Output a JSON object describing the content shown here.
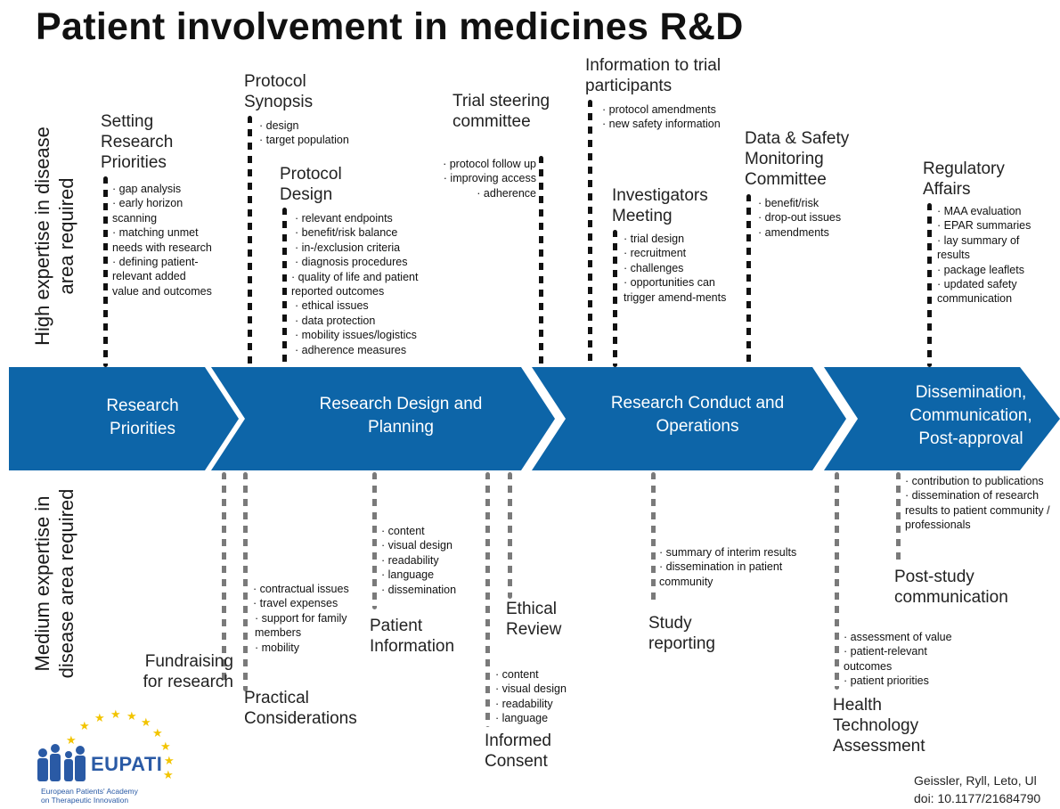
{
  "title": "Patient involvement in medicines R&D",
  "side_labels": {
    "high": "High expertise in disease area required",
    "medium": "Medium expertise in disease area required"
  },
  "stages": [
    "Research Priorities",
    "Research Design and Planning",
    "Research Conduct and Operations",
    "Dissemination, Communication, Post-approval"
  ],
  "top": {
    "setting": {
      "title": "Setting Research Priorities",
      "items": [
        "gap analysis",
        "early horizon scanning",
        "matching unmet needs with research",
        "defining patient-relevant added value and outcomes"
      ]
    },
    "synopsis": {
      "title": "Protocol Synopsis",
      "items": [
        "design",
        "target population"
      ]
    },
    "design": {
      "title": "Protocol Design",
      "items": [
        "relevant endpoints",
        "benefit/risk balance",
        "in-/exclusion criteria",
        "diagnosis procedures",
        "quality of life and patient reported outcomes",
        "ethical issues",
        "data protection",
        "mobility issues/logistics",
        "adherence measures"
      ]
    },
    "steering": {
      "title": "Trial steering committee",
      "items": [
        "protocol follow up",
        "improving access",
        "adherence"
      ]
    },
    "info": {
      "title": "Information to trial participants",
      "items": [
        "protocol amendments",
        "new safety information"
      ]
    },
    "investigators": {
      "title": "Investigators Meeting",
      "items": [
        "trial design",
        "recruitment",
        "challenges",
        "opportunities can trigger amend-ments"
      ]
    },
    "dsmc": {
      "title": "Data & Safety Monitoring Committee",
      "items": [
        "benefit/risk",
        "drop-out issues",
        "amendments"
      ]
    },
    "regulatory": {
      "title": "Regulatory Affairs",
      "items": [
        "MAA evaluation",
        "EPAR summaries",
        "lay summary of results",
        "package leaflets",
        "updated safety communication"
      ]
    }
  },
  "bottom": {
    "fundraising": {
      "title": "Fundraising for research",
      "items": []
    },
    "practical": {
      "title": "Practical Considerations",
      "items": [
        "contractual issues",
        "travel expenses",
        "support for family members",
        "mobility"
      ]
    },
    "patientinfo": {
      "title": "Patient Information",
      "items": [
        "content",
        "visual design",
        "readability",
        "language",
        "dissemination"
      ]
    },
    "ethical": {
      "title": "Ethical Review",
      "items": []
    },
    "consent": {
      "title": "Informed Consent",
      "items": [
        "content",
        "visual design",
        "readability",
        "language"
      ]
    },
    "study": {
      "title": "Study reporting",
      "items": [
        "summary of interim results",
        "dissemination in patient community"
      ]
    },
    "poststudy": {
      "title": "Post-study communication",
      "items": [
        "contribution to publications",
        "dissemination of research results to patient community / professionals"
      ]
    },
    "hta": {
      "title": "Health Technology Assessment",
      "items": [
        "assessment of value",
        "patient-relevant outcomes",
        "patient priorities"
      ]
    }
  },
  "logo": {
    "name": "EUPATI",
    "subtitle_line1": "European Patients' Academy",
    "subtitle_line2": "on Therapeutic Innovation"
  },
  "citation": {
    "line1": "Geissler, Ryll, Leto, Ul",
    "line2": "doi: 10.1177/21684790"
  },
  "colors": {
    "band": "#0d65a8",
    "dark_dash": "#111111",
    "gray_dash": "#7a7a7a",
    "star": "#f2c400",
    "logo_blue": "#2a5aa5"
  }
}
